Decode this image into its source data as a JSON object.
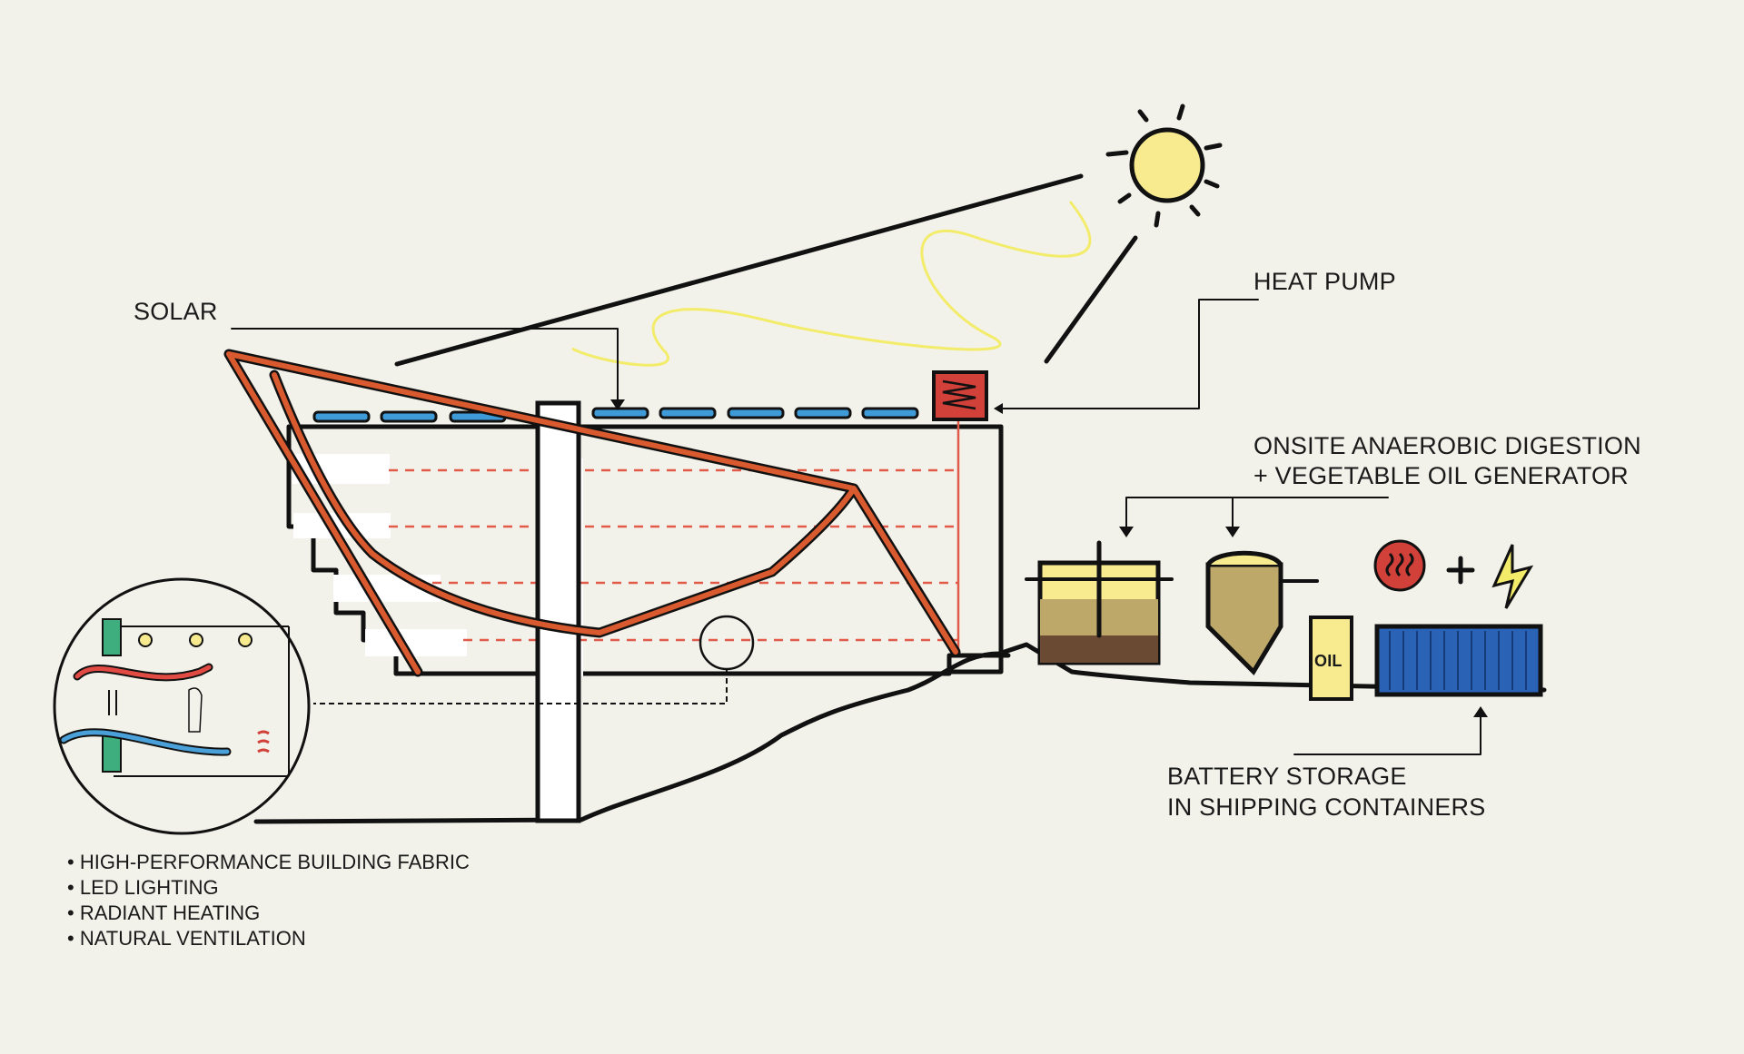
{
  "labels": {
    "solar": "SOLAR",
    "heat_pump": "HEAT PUMP",
    "digestion_line1": "ONSITE ANAEROBIC DIGESTION",
    "digestion_line2": "+ VEGETABLE OIL GENERATOR",
    "battery_line1": "BATTERY STORAGE",
    "battery_line2": "IN SHIPPING CONTAINERS",
    "oil_tank": "OIL"
  },
  "features": [
    "HIGH-PERFORMANCE BUILDING FABRIC",
    "LED LIGHTING",
    "RADIANT HEATING",
    "NATURAL VENTILATION"
  ],
  "colors": {
    "background": "#f2f2ea",
    "ink": "#111111",
    "roof_beam": "#d85a2e",
    "solar_panel": "#3f9ad8",
    "heat_pump": "#d2403a",
    "sun": "#f7ea8f",
    "sun_ray": "#f3ec6a",
    "container": "#2a62b5",
    "radiant_pipe": "#e25a4a",
    "warm_air": "#e24a44",
    "cool_air": "#4aa0d8",
    "radiator": "#3fae7f"
  }
}
